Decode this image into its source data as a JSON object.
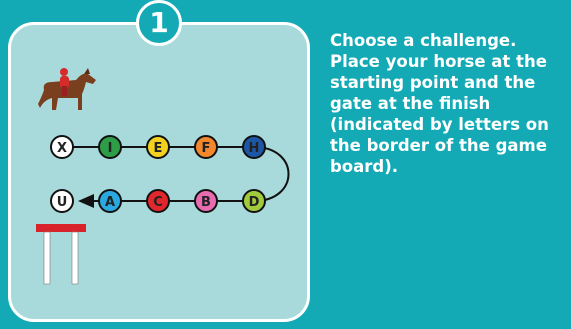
{
  "step_number": "1",
  "instructions": "Choose a challenge. Place your horse at the starting point and the gate at the finish (indicated by letters on the border of the game board).",
  "path": {
    "top_row": [
      {
        "letter": "X",
        "color": "#ffffff",
        "text_color": "#222222"
      },
      {
        "letter": "I",
        "color": "#2e9d48",
        "text_color": "#222222"
      },
      {
        "letter": "E",
        "color": "#f4d01f",
        "text_color": "#222222"
      },
      {
        "letter": "F",
        "color": "#f2872b",
        "text_color": "#222222"
      },
      {
        "letter": "H",
        "color": "#1d56a5",
        "text_color": "#222222"
      }
    ],
    "bottom_row": [
      {
        "letter": "U",
        "color": "#ffffff",
        "text_color": "#222222"
      },
      {
        "letter": "A",
        "color": "#29a9df",
        "text_color": "#222222"
      },
      {
        "letter": "C",
        "color": "#e1262d",
        "text_color": "#222222"
      },
      {
        "letter": "B",
        "color": "#e66bb0",
        "text_color": "#222222"
      },
      {
        "letter": "D",
        "color": "#9fcb3c",
        "text_color": "#222222"
      }
    ]
  },
  "colors": {
    "background": "#14aab5",
    "panel": "#a9dadb",
    "horse": "#7a3f1e",
    "rider": "#d62b2b",
    "gate_bar": "#d8232a"
  }
}
